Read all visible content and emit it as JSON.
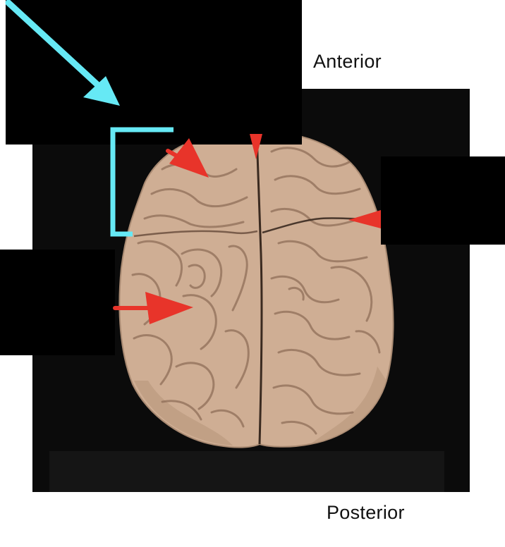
{
  "labels": {
    "anterior": "Anterior",
    "posterior": "Posterior"
  },
  "colors": {
    "background": "#ffffff",
    "photo_background": "#0b0b0b",
    "brain_fill": "#cfae94",
    "brain_sulci": "#8f6e58",
    "fissure": "#3a2a20",
    "red_arrow": "#e8342a",
    "cyan_arrow": "#66e9f5",
    "redaction": "#000000"
  },
  "annotations": {
    "red_arrows": 4,
    "cyan_arrow": 1,
    "cyan_bracket": 1,
    "redacted_label_boxes": 3
  }
}
